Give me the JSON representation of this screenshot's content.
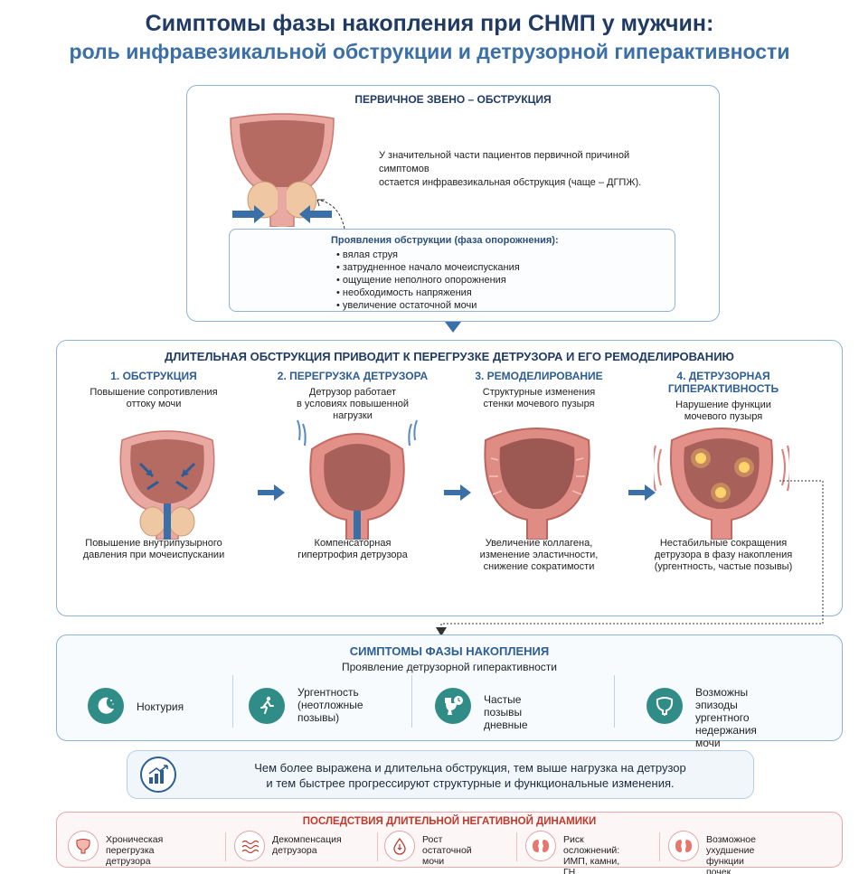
{
  "title": {
    "line1": "Симптомы фазы накопления при СНМП у мужчин:",
    "line2": "роль инфравезикальной обструкции и детрузорной гиперактивности"
  },
  "primary": {
    "heading": "ПЕРВИЧНОЕ ЗВЕНО – ОБСТРУКЦИЯ",
    "text_line1": "У значительной части пациентов первичной причиной симптомов",
    "text_line2": "остается инфравезикальная обструкция (чаще – ДГПЖ).",
    "manifest_title": "Проявления обструкции (фаза опорожнения):",
    "manifest_items": [
      "вялая струя",
      "затрудненное начало мочеиспускания",
      "ощущение неполного опорожнения",
      "необходимость напряжения",
      "увеличение остаточной мочи"
    ]
  },
  "long": {
    "heading": "ДЛИТЕЛЬНАЯ ОБСТРУКЦИЯ ПРИВОДИТ К ПЕРЕГРУЗКЕ ДЕТРУЗОРА И ЕГО РЕМОДЕЛИРОВАНИЮ",
    "stages": [
      {
        "title": "1. ОБСТРУКЦИЯ",
        "sub_line1": "Повышение сопротивления",
        "sub_line2": "оттоку мочи",
        "sub_line3": "",
        "bottom_line1": "Повышение внутрипузырного",
        "bottom_line2": "давления при мочеиспускании",
        "bottom_line3": ""
      },
      {
        "title": "2. ПЕРЕГРУЗКА ДЕТРУЗОРА",
        "sub_line1": "Детрузор работает",
        "sub_line2": "в условиях повышенной",
        "sub_line3": "нагрузки",
        "bottom_line1": "Компенсаторная",
        "bottom_line2": "гипертрофия детрузора",
        "bottom_line3": ""
      },
      {
        "title": "3. РЕМОДЕЛИРОВАНИЕ",
        "sub_line1": "Структурные изменения",
        "sub_line2": "стенки мочевого пузыря",
        "sub_line3": "",
        "bottom_line1": "Увеличение коллагена,",
        "bottom_line2": "изменение эластичности,",
        "bottom_line3": "снижение сократимости"
      },
      {
        "title": "4. ДЕТРУЗОРНАЯ ГИПЕРАКТИВНОСТЬ",
        "sub_line1": "Нарушение функции",
        "sub_line2": "мочевого пузыря",
        "sub_line3": "",
        "bottom_line1": "Нестабильные сокращения",
        "bottom_line2": "детрузора в фазу накопления",
        "bottom_line3": "(ургентность, частые позывы)"
      }
    ]
  },
  "symptoms": {
    "heading": "СИМПТОМЫ ФАЗЫ  НАКОПЛЕНИЯ",
    "subheading": "Проявление детрузорной  гиперактивности",
    "items": [
      {
        "icon": "moon-icon",
        "line1": "Ноктурия",
        "line2": "",
        "line3": ""
      },
      {
        "icon": "running-person-icon",
        "line1": "Ургентность",
        "line2": "(неотложные",
        "line3": "позывы)"
      },
      {
        "icon": "toilet-clock-icon",
        "line1": "Частые позывы",
        "line2": "дневные",
        "line3": ""
      },
      {
        "icon": "bladder-icon",
        "line1": "Возможны эпизоды",
        "line2": "ургентного недержания",
        "line3": "мочи"
      }
    ]
  },
  "note": {
    "line1": "Чем более выражена и длительна обструкция, тем выше нагрузка на детрузор",
    "line2": "и тем быстрее прогрессируют структурные и функциональные изменения."
  },
  "consequences": {
    "heading": "ПОСЛЕДСТВИЯ ДЛИТЕЛЬНОЙ НЕГАТИВНОЙ ДИНАМИКИ",
    "items": [
      {
        "icon": "bladder-outline-icon",
        "line1": "Хроническая",
        "line2": "перегрузка детрузора"
      },
      {
        "icon": "waves-icon",
        "line1": "Декомпенсация",
        "line2": "детрузора"
      },
      {
        "icon": "droplet-icon",
        "line1": "Рост остаточной",
        "line2": "мочи"
      },
      {
        "icon": "kidneys-icon",
        "line1": "Риск осложнений:",
        "line2": "ИМП, камни, ГН"
      },
      {
        "icon": "kidneys-icon",
        "line1": "Возможное ухудшение",
        "line2": "функции почек"
      }
    ]
  },
  "colors": {
    "title_dark": "#1f3a63",
    "title_blue": "#3a6fa8",
    "teal": "#2f8c87",
    "bladder_wall": "#e69a93",
    "bladder_inner": "#a8605a",
    "consequence_red": "#c0392b"
  }
}
